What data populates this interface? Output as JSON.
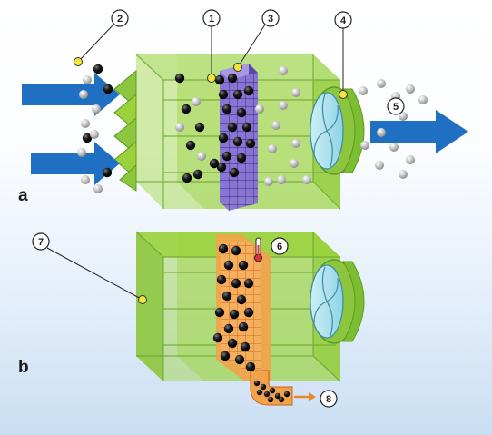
{
  "panels": [
    {
      "label": "a"
    },
    {
      "label": "b"
    }
  ],
  "callouts": [
    {
      "number": "1"
    },
    {
      "number": "2"
    },
    {
      "number": "3"
    },
    {
      "number": "4"
    },
    {
      "number": "5"
    },
    {
      "number": "6"
    },
    {
      "number": "7"
    },
    {
      "number": "8"
    }
  ],
  "icons": {
    "thermometer": "thermometer-icon",
    "fan": "fan-icon"
  },
  "colors": {
    "housing": "#9bd23c",
    "housing_dark": "#6aa52a",
    "filter_active": "#7b63c9",
    "filter_regen": "#f2a24b",
    "arrow": "#1f6fc3",
    "callout_dot": "#f1e43a"
  }
}
